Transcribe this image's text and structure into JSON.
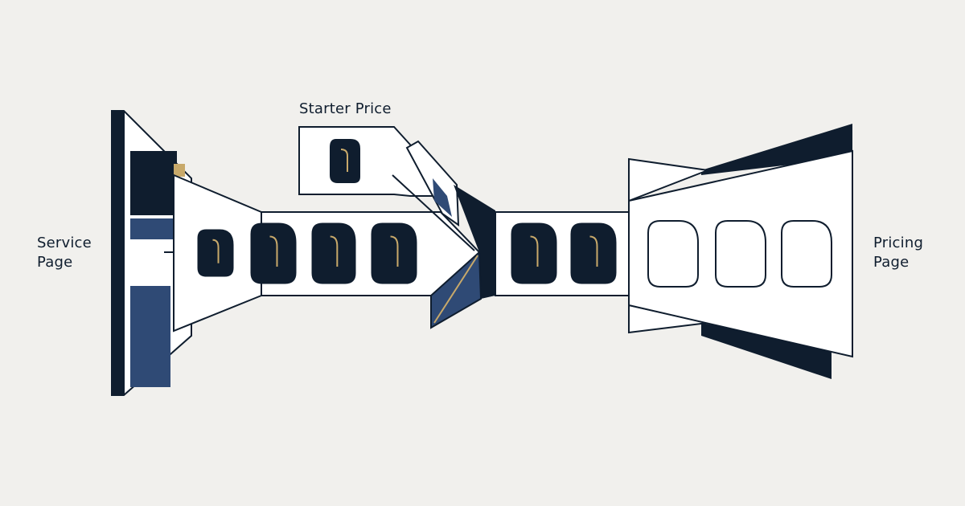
{
  "labels": {
    "service_page": [
      "Service",
      "Page"
    ],
    "starter_price": "Starter Price",
    "pricing_page": [
      "Pricing",
      "Page"
    ]
  },
  "colors": {
    "background": "#f1f0ed",
    "ink": "#0f1d2e",
    "navy_accent": "#2f4a75",
    "gold_accent": "#c8a96a",
    "panel": "#ffffff",
    "gray_block": "#cfd3d9"
  },
  "tokens": {
    "filled_in_corridor": 6,
    "filled_in_starter_box": 1,
    "outlined_on_pricing_page": 3
  }
}
